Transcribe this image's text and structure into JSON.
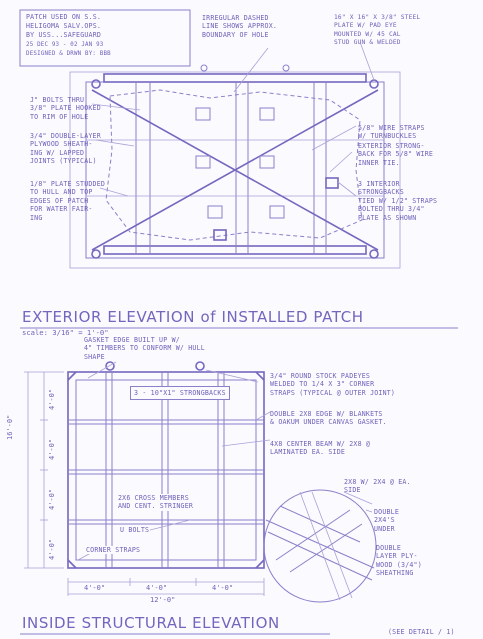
{
  "title_block": {
    "line1": "PATCH USED ON S.S.",
    "line2": "HELIGOMA SALV.OPS.",
    "line3": "BY USS...SAFEGUARD",
    "line4": "25 DEC 93 - 02 JAN 93",
    "line5": "DESIGNED & DRWN BY: BBB"
  },
  "exterior": {
    "title": "EXTERIOR ELEVATION of INSTALLED PATCH",
    "scale": "scale: 3/16\" = 1'-0\"",
    "notes": {
      "hole": "IRREGULAR DASHED\nLINE SHOWS APPROX.\nBOUNDARY OF HOLE",
      "plate": "16\" x 16\" x 3/8\" STEEL\nPLATE W/ PAD EYE\nMOUNTED W/ 45 cal\nSTUD GUN & WELDED",
      "bolts": "J\" BOLTS THRU\n3/8\" PLATE HOOKED\nTO RIM OF HOLE",
      "plywood": "3/4\" DOUBLE-LAYER\nPLYWOOD SHEATH-\nING W/ LAPPED\nJOINTS (TYPICAL)",
      "studded": "1/8\" PLATE STUDDED\nTO HULL AND TOP\nEDGES OF PATCH\nFOR WATER FAIR-\nING",
      "wire": "5/8\" WIRE STRAPS\nW/ TURNBUCKLES",
      "strongback": "EXTERIOR STRONG-\nBACK FOR 5/8\" WIRE\nINNER TIE.",
      "interior": "3 INTERIOR\nSTRONGBACKS\nTIED W/ 1/2\" STRAPS\nBOLTED THRU 3/4\"\nPLATE AS SHOWN"
    }
  },
  "inside": {
    "title": "INSIDE STRUCTURAL ELEVATION",
    "notes": {
      "gasket": "GASKET EDGE BUILT UP W/\n4\" TIMBERS TO CONFORM W/ HULL\nSHAPE",
      "strongbacks": "3 - 10\"x1\" STRONGBACKS",
      "padeyes": "3/4\" ROUND STOCK PADEYES\nWELDED TO 1/4 x 3\" CORNER\nSTRAPS (TYPICAL @ OUTER JOINT)",
      "double": "DOUBLE 2x8 EDGE W/ BLANKETS\n& OAKUM UNDER CANVAS GASKET.",
      "center": "4x8 CENTER BEAM W/ 2x8 @\nLAMINATED ea. SIDE",
      "cross": "2x6 CROSS MEMBERS\nAND CENT. STRINGER",
      "ubolts": "U BOLTS",
      "corner": "CORNER STRAPS",
      "detail_top": "2x8 W/ 2x4 @ ea.\nSIDE",
      "detail_double": "DOUBLE\n2x4'S\nUNDER",
      "detail_ply": "DOUBLE\nLAYER PLY-\nWOOD (3/4\")\nSHEATHING"
    },
    "dims": {
      "overall_w": "12'-0\"",
      "overall_h": "16'-0\"",
      "bay": "4'-0\"",
      "side1": "4'-0\"",
      "side2": "4'-0\"",
      "side3": "4'-0\"",
      "side4": "4'-0\""
    },
    "footer_note": "(SEE DETAIL / 1)"
  }
}
